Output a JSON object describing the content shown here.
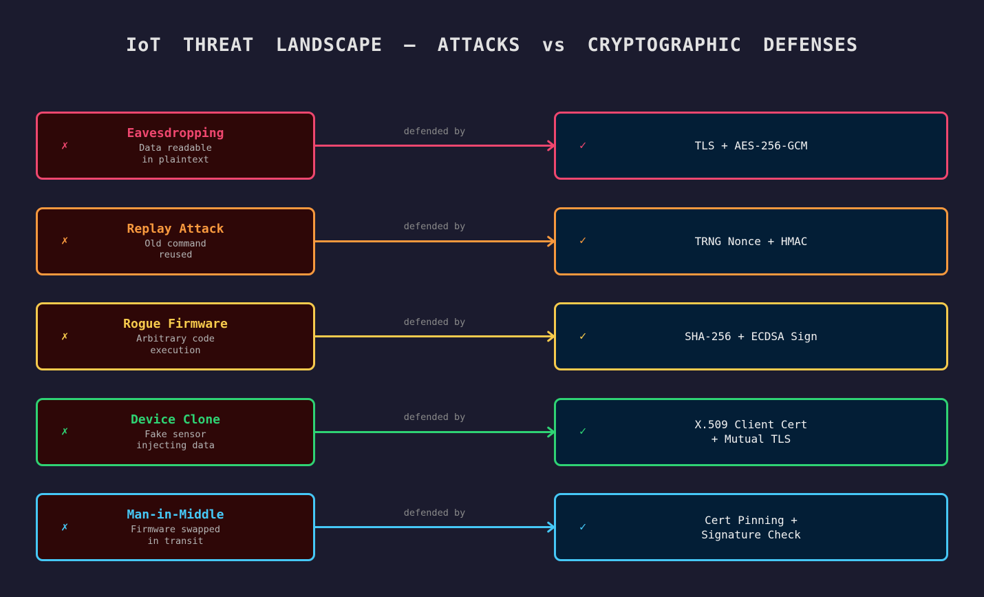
{
  "title": "IoT THREAT LANDSCAPE — ATTACKS vs CRYPTOGRAPHIC DEFENSES",
  "connector_label": "defended by",
  "markers": {
    "attack": "✗",
    "defense": "✓"
  },
  "colors": {
    "background": "#1b1b2e",
    "attack_box_bg": "#2e0707",
    "defense_box_bg": "#031e36",
    "title_text": "#e2e2e2",
    "subtitle_text": "#b4b4b4",
    "defense_text": "#f2f2f2",
    "connector_label_text": "#8a8a8a"
  },
  "rows": [
    {
      "accent": "#ef476f",
      "attack": {
        "title": "Eavesdropping",
        "description_lines": [
          "Data readable",
          "in plaintext"
        ]
      },
      "defense_lines": [
        "TLS + AES-256-GCM",
        ""
      ]
    },
    {
      "accent": "#f8993e",
      "attack": {
        "title": "Replay Attack",
        "description_lines": [
          "Old command",
          "reused"
        ]
      },
      "defense_lines": [
        "TRNG Nonce + HMAC",
        ""
      ]
    },
    {
      "accent": "#f7cb4d",
      "attack": {
        "title": "Rogue Firmware",
        "description_lines": [
          "Arbitrary code",
          "execution"
        ]
      },
      "defense_lines": [
        "SHA-256 + ECDSA Sign",
        ""
      ]
    },
    {
      "accent": "#2fd374",
      "attack": {
        "title": "Device Clone",
        "description_lines": [
          "Fake sensor",
          "injecting data"
        ]
      },
      "defense_lines": [
        "X.509 Client Cert",
        "+ Mutual TLS"
      ]
    },
    {
      "accent": "#46c8f7",
      "attack": {
        "title": "Man-in-Middle",
        "description_lines": [
          "Firmware swapped",
          "in transit"
        ]
      },
      "defense_lines": [
        "Cert Pinning +",
        "Signature Check"
      ]
    }
  ]
}
